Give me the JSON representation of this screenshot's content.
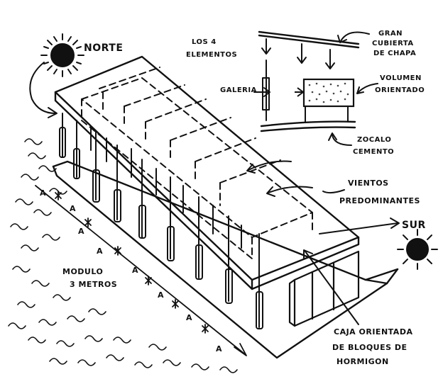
{
  "labels": {
    "norte": "NORTE",
    "sur": "SUR",
    "los_4_elementos_1": "LOS 4",
    "los_4_elementos_2": "ELEMENTOS",
    "gran_cubierta_1": "GRAN",
    "gran_cubierta_2": "CUBIERTA",
    "gran_cubierta_3": "DE CHAPA",
    "galeria": "GALERIA",
    "volumen_1": "VOLUMEN",
    "volumen_2": "ORIENTADO",
    "zocalo_1": "ZOCALO",
    "zocalo_2": "CEMENTO",
    "vientos_1": "VIENTOS",
    "vientos_2": "PREDOMINANTES",
    "modulo_1": "MODULO",
    "modulo_2": "3 METROS",
    "caja_1": "CAJA ORIENTADA",
    "caja_2": "DE BLOQUES DE",
    "caja_3": "HORMIGON",
    "module_marker": "A"
  },
  "colors": {
    "ink": "#111111",
    "paper": "#ffffff",
    "fill_dots": "#444444"
  }
}
